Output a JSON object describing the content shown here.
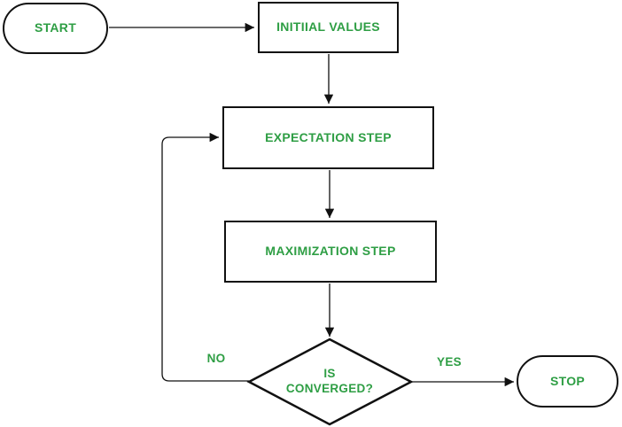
{
  "nodes": {
    "start": {
      "type": "terminator",
      "label": "START"
    },
    "initial_values": {
      "type": "process",
      "label": "INITIIAL VALUES"
    },
    "expectation_step": {
      "type": "process",
      "label": "EXPECTATION STEP"
    },
    "maximization_step": {
      "type": "process",
      "label": "MAXIMIZATION STEP"
    },
    "is_converged": {
      "type": "decision",
      "label": "IS\nCONVERGED?"
    },
    "stop": {
      "type": "terminator",
      "label": "STOP"
    }
  },
  "edge_labels": {
    "no": "NO",
    "yes": "YES"
  },
  "colors": {
    "node_text": "#2e9e44",
    "outline": "#111111",
    "background": "#ffffff"
  }
}
